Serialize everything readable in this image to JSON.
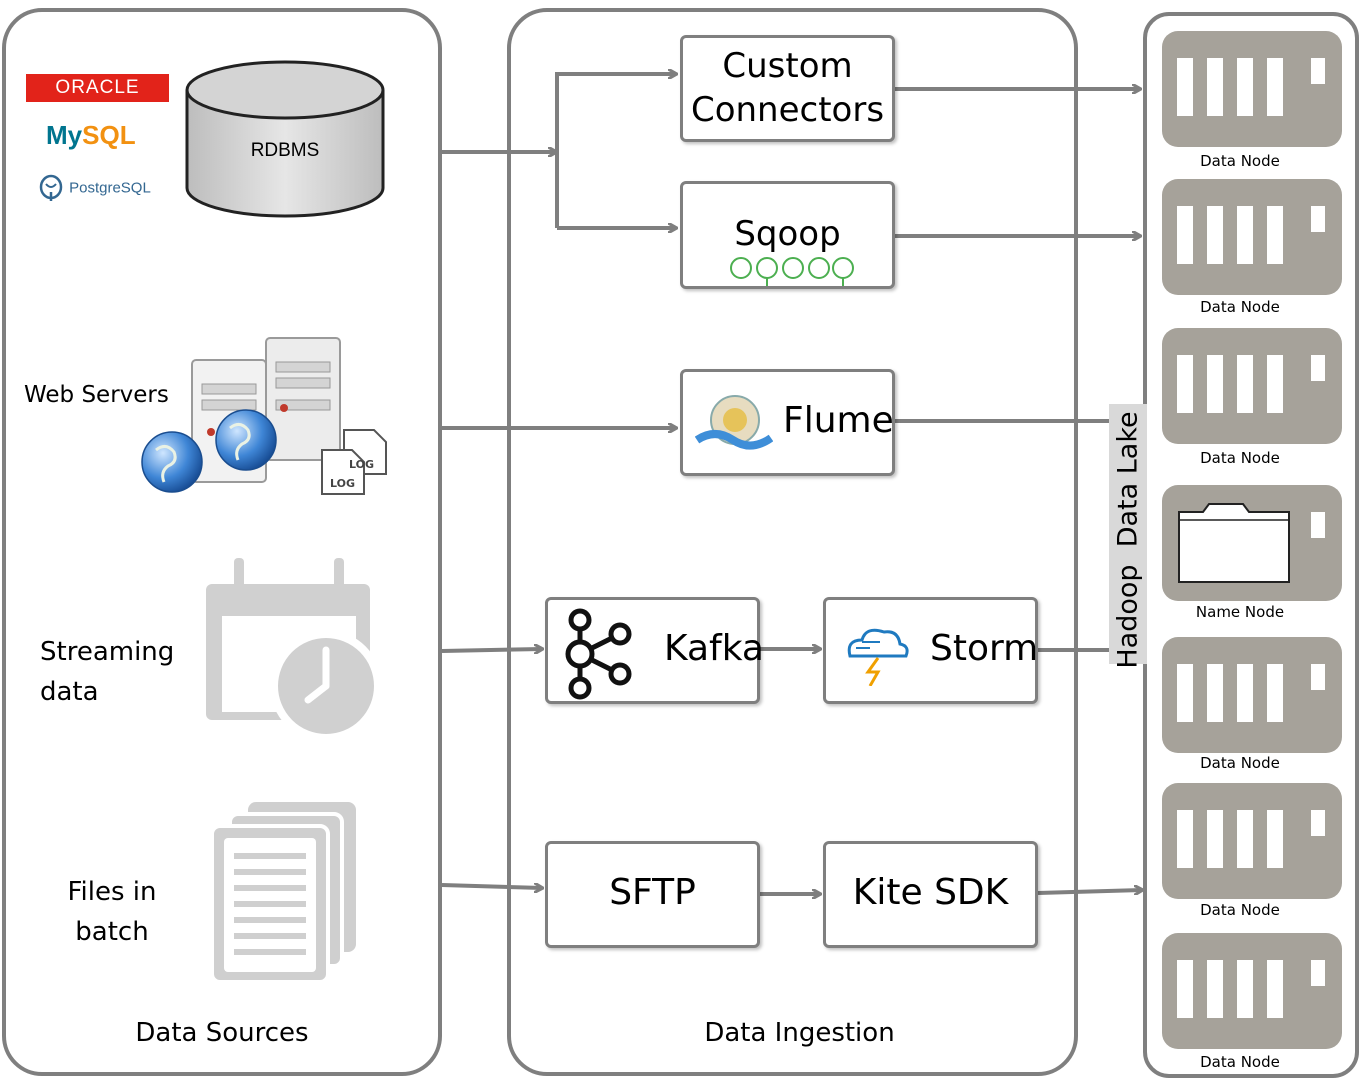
{
  "sections": {
    "sources": "Data Sources",
    "ingestion": "Data Ingestion",
    "lake": "Hadoop  Data Lake"
  },
  "sources": {
    "rdbms": "RDBMS",
    "logos": {
      "oracle": "ORACLE",
      "mysql_a": "My",
      "mysql_b": "SQL",
      "postgres": "PostgreSQL"
    },
    "web_servers": "Web Servers",
    "log_a": "LOG",
    "log_b": "LOG",
    "streaming_1": "Streaming",
    "streaming_2": "data",
    "files_1": "Files in",
    "files_2": "batch"
  },
  "ingestion": {
    "custom_1": "Custom",
    "custom_2": "Connectors",
    "sqoop": "Sqoop",
    "flume": "Flume",
    "kafka": "Kafka",
    "storm": "Storm",
    "sftp": "SFTP",
    "kite": "Kite SDK"
  },
  "nodes": [
    "Data Node",
    "Data Node",
    "Data Node",
    "Name Node",
    "Data Node",
    "Data Node",
    "Data Node"
  ],
  "colors": {
    "border": "#7f7f7f",
    "arrow": "#7f7f7f",
    "node_fill": "#a6a29a",
    "icon_gray": "#cfcfcf",
    "oracle_red": "#e2231a",
    "mysql_blue": "#00758f",
    "mysql_orange": "#f29111",
    "postgres_blue": "#336791",
    "sqoop_green": "#4caf50",
    "storm_blue": "#1f7ac0",
    "storm_orange": "#f0a000"
  }
}
